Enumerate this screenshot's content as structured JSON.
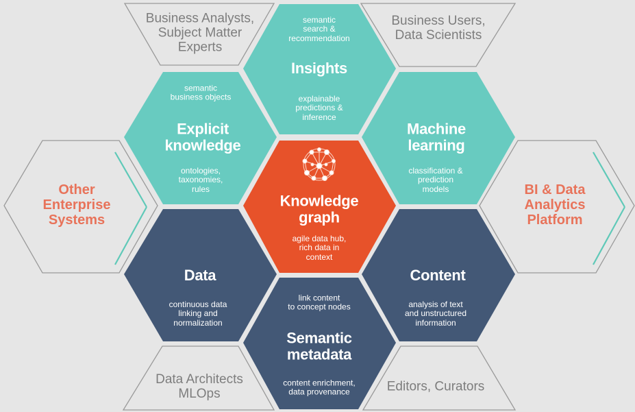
{
  "colors": {
    "background": "#e6e6e6",
    "teal": "#68cbc0",
    "navy": "#435876",
    "orange": "#e7522a",
    "outline": "#9a9a9a",
    "accent_line": "#5fc9b8",
    "role_text": "#7d7d7d",
    "system_text": "#e8735a"
  },
  "hexagons": {
    "insights": {
      "title": "Insights",
      "top_text": "semantic\nsearch &\nrecommendation",
      "bottom_text": "explainable\npredictions &\ninference"
    },
    "explicit_knowledge": {
      "title": "Explicit\nknowledge",
      "top_text": "semantic\nbusiness objects",
      "bottom_text": "ontologies,\ntaxonomies,\nrules"
    },
    "machine_learning": {
      "title": "Machine\nlearning",
      "bottom_text": "classification &\nprediction\nmodels"
    },
    "knowledge_graph": {
      "icon": "network-graph-icon",
      "title": "Knowledge\ngraph",
      "bottom_text": "agile data hub,\nrich data in\ncontext"
    },
    "data": {
      "title": "Data",
      "bottom_text": "continuous data\nlinking and\nnormalization"
    },
    "content": {
      "title": "Content",
      "bottom_text": "analysis of text\nand unstructured\ninformation"
    },
    "semantic_metadata": {
      "title": "Semantic\nmetadata",
      "top_text": "link content\nto concept nodes",
      "bottom_text": "content enrichment,\ndata provenance"
    }
  },
  "roles": {
    "top_left": "Business Analysts,\nSubject Matter\nExperts",
    "top_right": "Business Users,\nData Scientists",
    "bottom_left": "Data Architects\nMLOps",
    "bottom_right": "Editors, Curators"
  },
  "systems": {
    "left": "Other\nEnterprise\nSystems",
    "right": "BI & Data\nAnalytics\nPlatform"
  }
}
